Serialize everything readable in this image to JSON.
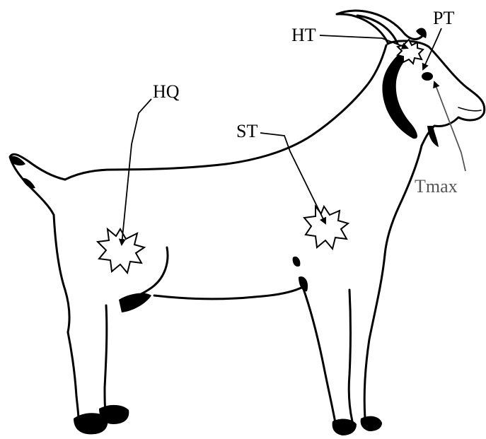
{
  "labels": {
    "hq": "HQ",
    "st": "ST",
    "ht": "HT",
    "pt": "PT",
    "tmax": "Tmax"
  },
  "colors": {
    "drawing": "#000000",
    "tmax_label": "#555555",
    "background": "#ffffff"
  }
}
